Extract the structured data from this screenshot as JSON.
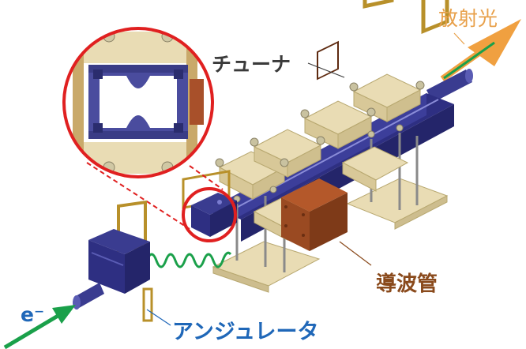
{
  "labels": {
    "radiation": "放射光",
    "tuner": "チューナ",
    "waveguide": "導波管",
    "undulator": "アンジュレータ",
    "electron": "e⁻"
  },
  "colors": {
    "radiation_label": "#e8a04a",
    "tuner_label": "#3a3a3a",
    "waveguide_label": "#8a4a1c",
    "undulator_label": "#1f67b8",
    "beam_arrow": "#1aa04a",
    "photon_arrow": "#f0a040",
    "magnifier_ring": "#e02020",
    "body_navy": "#2e2f82",
    "tuner_cream": "#e9dcb4",
    "waveguide_copper": "#9a4a22",
    "frame_gold": "#b8902a"
  }
}
